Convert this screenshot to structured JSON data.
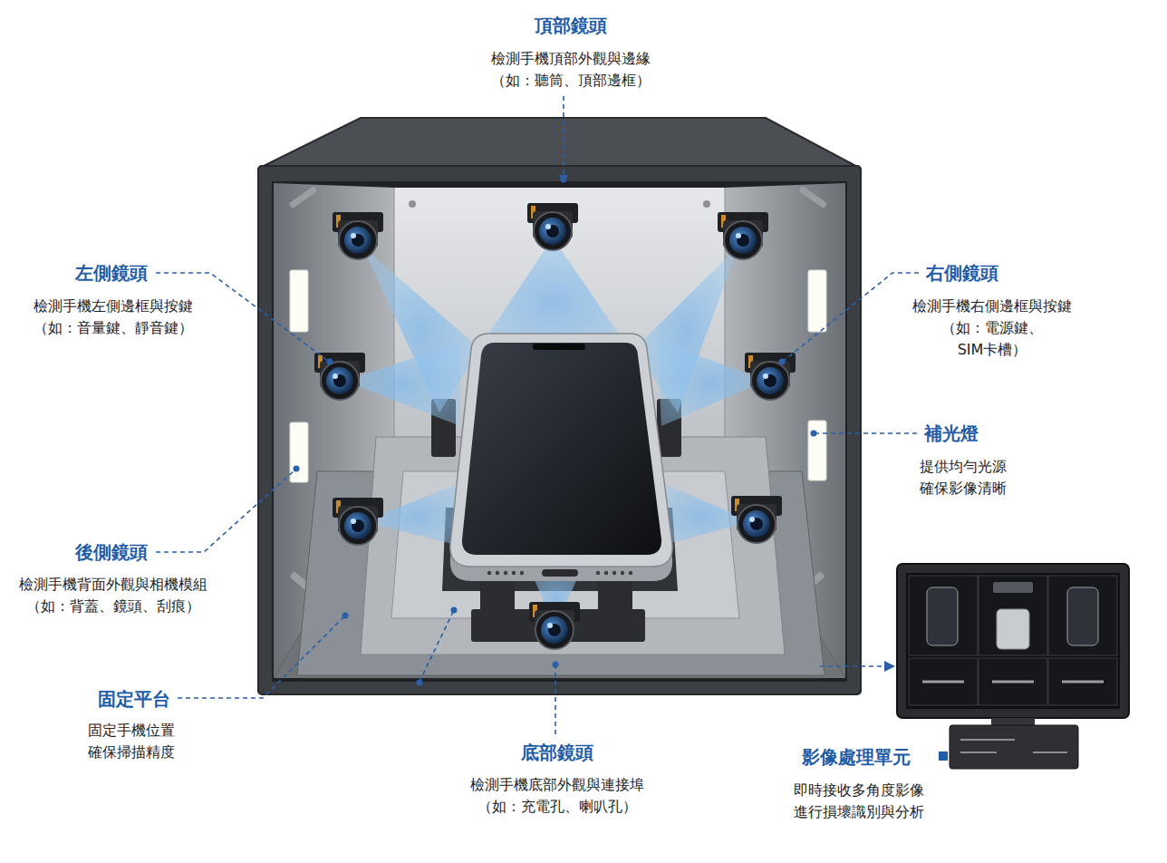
{
  "diagram": {
    "labels": [
      "頂部鏡頭",
      "檢測手機頂部外觀與邊緣 （如：聽筒、頂部邊框）",
      "左側鏡頭",
      "檢測手機左側邊框與按鍵 （如：音量鍵、靜音鍵）",
      "右側鏡頭",
      "檢測手機右側邊框與按鍵 （如：電源鍵、SIM卡槽）",
      "補光燈",
      "提供均勻光源 確保影像清晰",
      "後側鏡頭",
      "檢測手機背面外觀與相機模組 （如：背蓋、鏡頭、刮痕）",
      "固定平台",
      "固定手機位置 確保掃描精度",
      "底部鏡頭",
      "檢測手機底部外觀與連接埠 （如：充電孔、喇叭孔）",
      "影像處理單元",
      "即時接收多角度影像 進行損壞識別與分析"
    ]
  }
}
